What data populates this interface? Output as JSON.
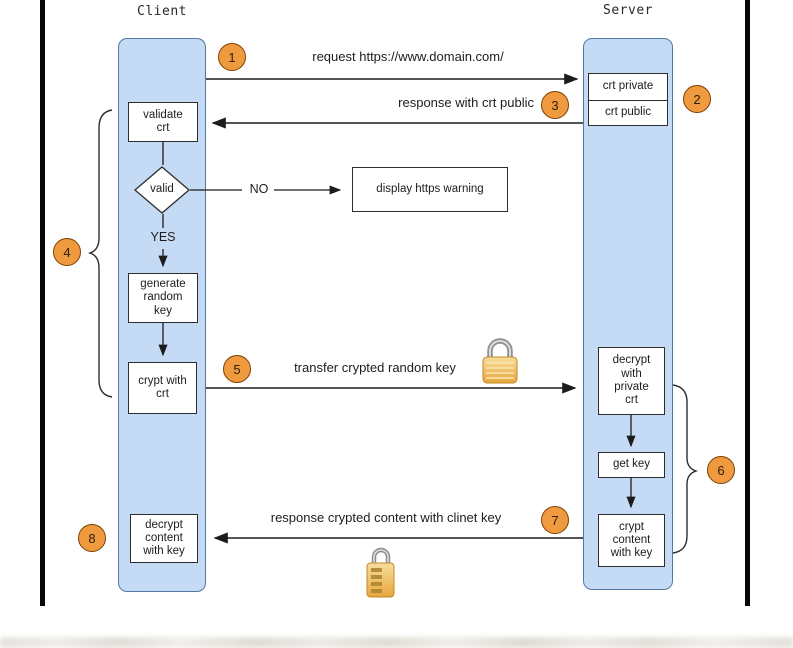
{
  "lanes": {
    "client": {
      "label": "Client"
    },
    "server": {
      "label": "Server"
    }
  },
  "steps": {
    "s1": "1",
    "s2": "2",
    "s3": "3",
    "s4": "4",
    "s5": "5",
    "s6": "6",
    "s7": "7",
    "s8": "8"
  },
  "messages": {
    "request": "request https://www.domain.com/",
    "response_crt": "response with crt public",
    "transfer_key": "transfer crypted random key",
    "response_content": "response crypted content with clinet key"
  },
  "branch": {
    "no": "NO",
    "yes": "YES"
  },
  "nodes": {
    "validate_crt": "validate crt",
    "valid": "valid",
    "display_warning": "display https warning",
    "generate_key": "generate random key",
    "crypt_with_crt": "crypt with crt",
    "decrypt_content": "decrypt content with key",
    "crt_private": "crt private",
    "crt_public": "crt public",
    "decrypt_private": "decrypt with private crt",
    "get_key": "get key",
    "crypt_content": "crypt content with key"
  },
  "icons": {
    "transfer_lock": "padlock-icon",
    "content_lock": "combination-padlock-icon"
  },
  "colors": {
    "lane_fill": "#c5daf4",
    "lane_border": "#54779f",
    "step_fill": "#ef9a3e",
    "step_border": "#7d3f05",
    "line": "#1c1c1c",
    "box_border": "#2d2d2d",
    "lock_gold": "#eead45",
    "frame_bar": "#070707"
  }
}
